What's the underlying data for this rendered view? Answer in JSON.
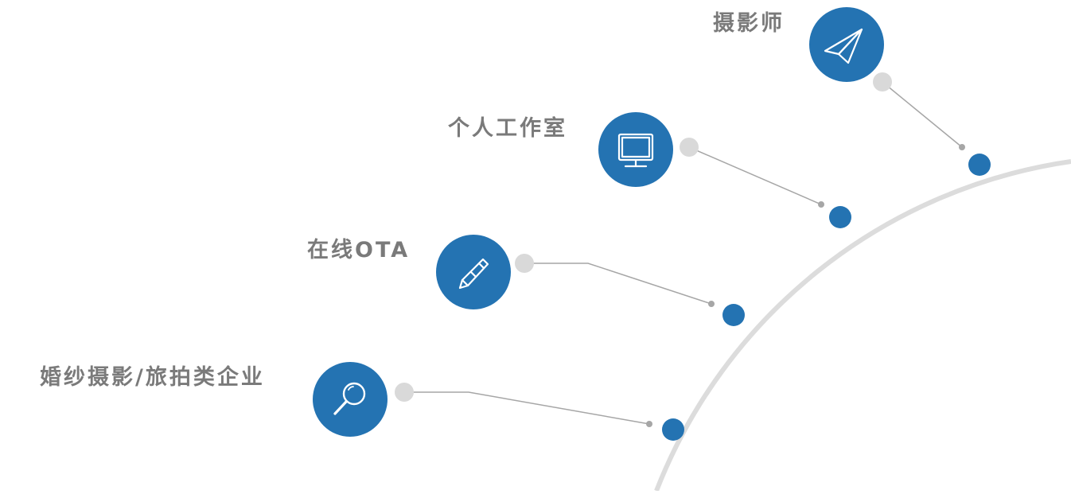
{
  "diagram": {
    "items": [
      {
        "label": "摄影师",
        "icon": "paper-plane-icon"
      },
      {
        "label": "个人工作室",
        "icon": "monitor-icon"
      },
      {
        "label": "在线OTA",
        "icon": "pencil-icon"
      },
      {
        "label": "婚纱摄影/旅拍类企业",
        "icon": "magnifier-icon"
      }
    ],
    "colors": {
      "accent": "#2473b2",
      "arc": "#dcdcdc",
      "connector": "#a6a6a6",
      "node_grey": "#d9d9d9",
      "label": "#7a7a7a"
    }
  }
}
